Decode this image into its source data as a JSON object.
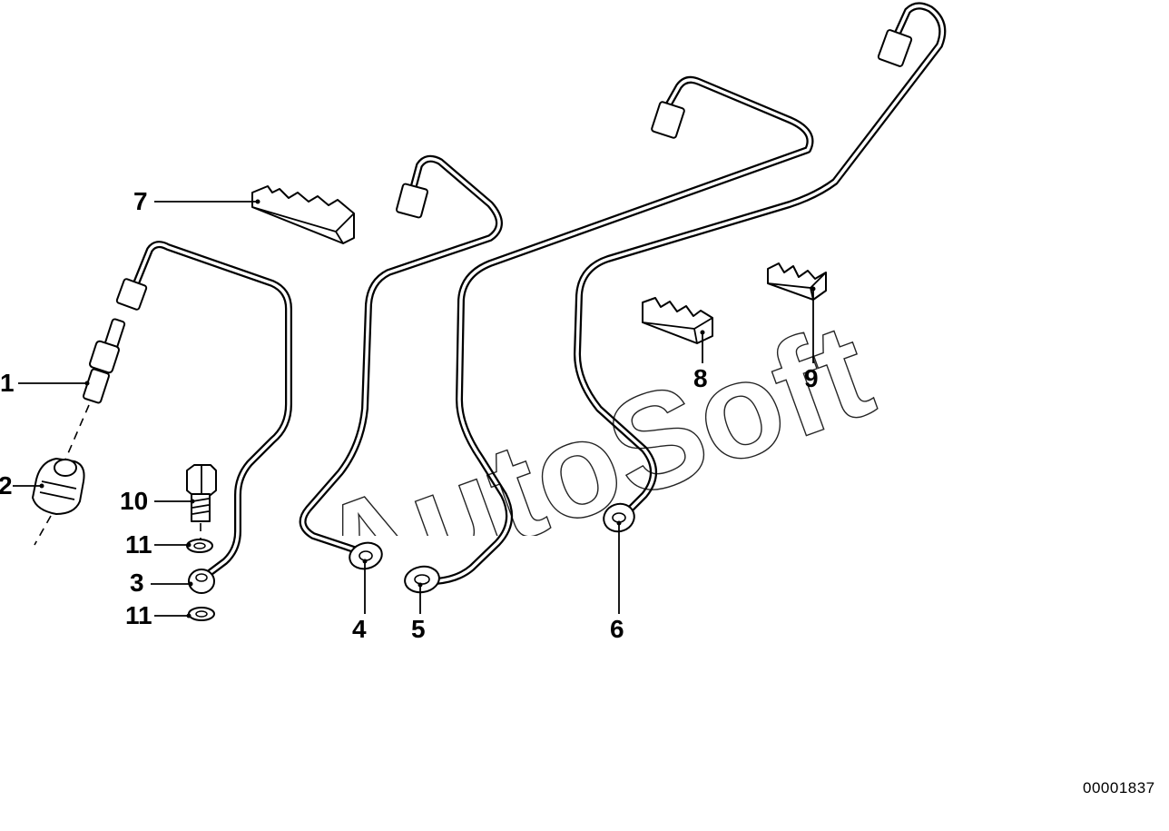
{
  "diagram": {
    "callouts": [
      {
        "id": "c1",
        "label": "1"
      },
      {
        "id": "c2",
        "label": "2"
      },
      {
        "id": "c3",
        "label": "3"
      },
      {
        "id": "c4",
        "label": "4"
      },
      {
        "id": "c5",
        "label": "5"
      },
      {
        "id": "c6",
        "label": "6"
      },
      {
        "id": "c7",
        "label": "7"
      },
      {
        "id": "c8",
        "label": "8"
      },
      {
        "id": "c9",
        "label": "9"
      },
      {
        "id": "c10",
        "label": "10"
      },
      {
        "id": "c11a",
        "label": "11"
      },
      {
        "id": "c11b",
        "label": "11"
      }
    ],
    "watermark": "AutoSoft",
    "document_id": "00001837"
  }
}
